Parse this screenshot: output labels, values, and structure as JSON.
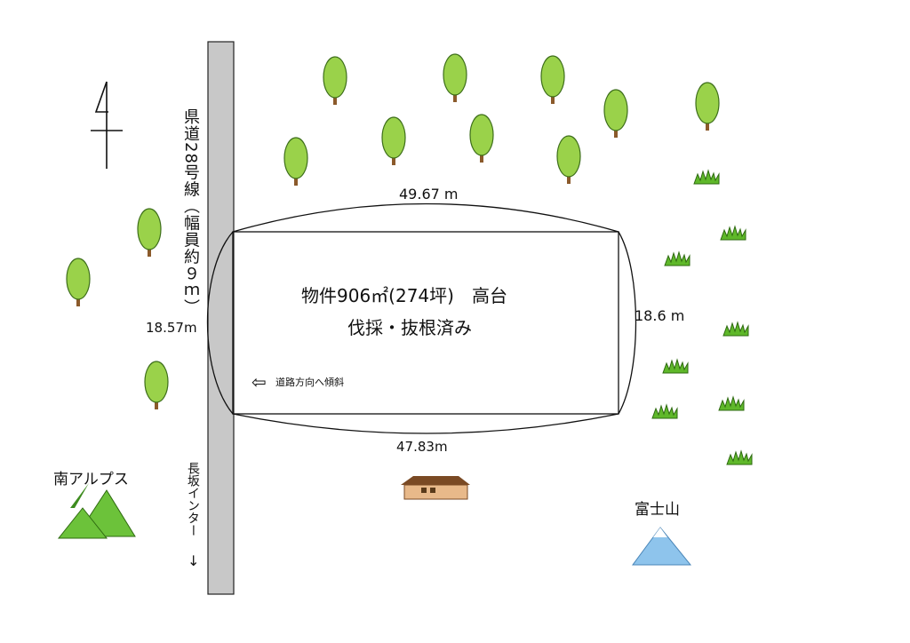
{
  "road": {
    "name": "県道28号線（幅員約９ｍ）",
    "direction_note": "長坂インター",
    "arrow": "↓"
  },
  "plot": {
    "top_length": "49.67 m",
    "bottom_length": "47.83m",
    "left_length": "18.57m",
    "right_length": "18.6 m",
    "title": "物件906㎡(274坪)　高台",
    "subtitle": "伐採・抜根済み",
    "slope_note": "道路方向へ傾斜",
    "slope_arrow": "⇦"
  },
  "landmarks": {
    "south_alps": "南アルプス",
    "mt_fuji": "富士山"
  },
  "colors": {
    "road": "#c8c8c8",
    "tree_canopy": "#9ad24a",
    "tree_trunk": "#8b5a2b",
    "grass": "#5fb82a",
    "south_alps": "#6cc23a",
    "mt_fuji": "#8ec4ec",
    "house_wall": "#e8b98a",
    "house_roof": "#7a4a24"
  },
  "icons": [
    "north-arrow-icon",
    "tree-icon",
    "grass-icon",
    "house-icon",
    "mountain-icon"
  ]
}
